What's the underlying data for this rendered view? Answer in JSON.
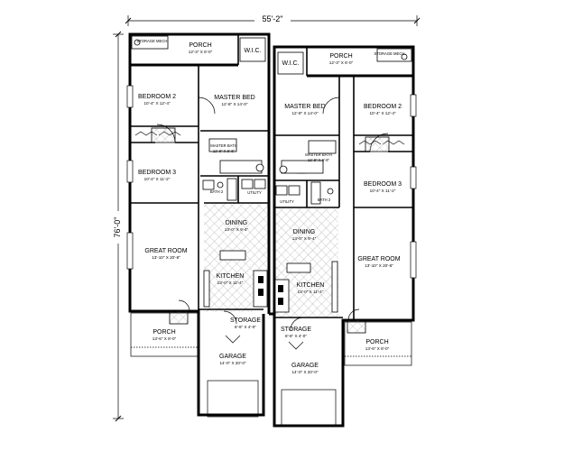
{
  "dimensions": {
    "width": "55'-2\"",
    "depth": "76'-0\""
  },
  "left_unit": {
    "storage_mech": "STORAGE MECH.",
    "porch_top": {
      "name": "PORCH",
      "size": "12'-3\" X 6'-0\""
    },
    "wic": "W.I.C.",
    "bedroom2": {
      "name": "BEDROOM 2",
      "size": "10'-4\" X 12'-4\""
    },
    "master_bed": {
      "name": "MASTER BED",
      "size": "12'-8\" X 14'-0\""
    },
    "master_bath": {
      "name": "MASTER BATH",
      "size": "12'-8\" X 6'-6\""
    },
    "bedroom3": {
      "name": "BEDROOM 3",
      "size": "10'-4\" X 11'-2\""
    },
    "bath2": "BATH 2",
    "utility": "UTILITY",
    "dining": {
      "name": "DINING",
      "size": "13'-0\" X 9'-4\""
    },
    "great_room": {
      "name": "GREAT ROOM",
      "size": "13'-10\" X 20'-8\""
    },
    "kitchen": {
      "name": "KITCHEN",
      "size": "13'-0\" X 11'-4\""
    },
    "storage": {
      "name": "STORAGE",
      "size": "8'-6\" X 4'-0\""
    },
    "porch_bottom": {
      "name": "PORCH",
      "size": "13'-6\" X 8'-0\""
    },
    "garage": {
      "name": "GARAGE",
      "size": "14'-0\" X 20'-0\""
    }
  },
  "right_unit": {
    "storage_mech": "STORAGE MECH.",
    "porch_top": {
      "name": "PORCH",
      "size": "12'-3\" X 6'-0\""
    },
    "wic": "W.I.C.",
    "master_bed": {
      "name": "MASTER BED",
      "size": "12'-8\" X 14'-0\""
    },
    "bedroom2": {
      "name": "BEDROOM 2",
      "size": "10'-4\" X 12'-4\""
    },
    "master_bath": {
      "name": "MASTER BATH",
      "size": "12'-8\" X 6'-6\""
    },
    "bedroom3": {
      "name": "BEDROOM 3",
      "size": "10'-4\" X 11'-2\""
    },
    "utility": "UTILITY",
    "bath2": "BATH 2",
    "dining": {
      "name": "DINING",
      "size": "13'-0\" X 9'-4\""
    },
    "great_room": {
      "name": "GREAT ROOM",
      "size": "13'-10\" X 20'-8\""
    },
    "kitchen": {
      "name": "KITCHEN",
      "size": "13'-0\" X 11'-4\""
    },
    "storage": {
      "name": "STORAGE",
      "size": "8'-6\" X 4'-0\""
    },
    "garage": {
      "name": "GARAGE",
      "size": "14'-0\" X 20'-0\""
    },
    "porch_bottom": {
      "name": "PORCH",
      "size": "13'-6\" X 8'-0\""
    }
  }
}
